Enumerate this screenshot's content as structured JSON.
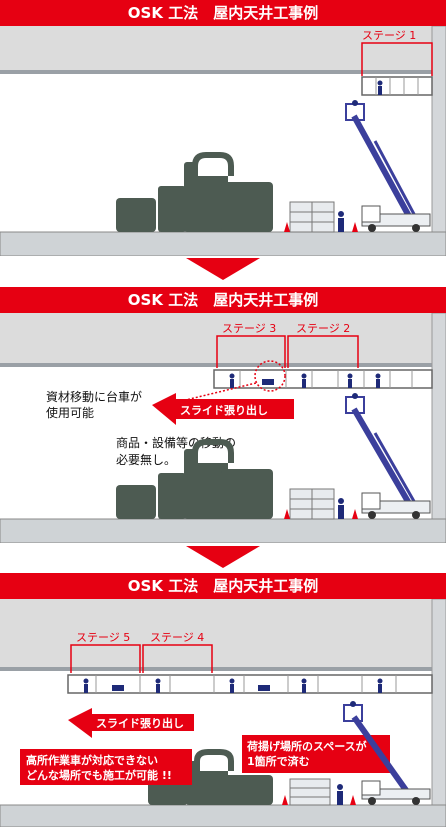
{
  "panels": [
    {
      "title": "OSK 工法　屋内天井工事例",
      "stages": [
        "ステージ 1"
      ]
    },
    {
      "title": "OSK 工法　屋内天井工事例",
      "stages": [
        "ステージ 3",
        "ステージ 2"
      ],
      "callout_material": "資材移動に台車が\n使用可能",
      "slide_label": "スライド張り出し",
      "note": "商品・設備等の移動の\n必要無し。"
    },
    {
      "title": "OSK 工法　屋内天井工事例",
      "stages": [
        "ステージ 5",
        "ステージ 4"
      ],
      "slide_label": "スライド張り出し",
      "box_left": "高所作業車が対応できない\nどんな場所でも施工が可能 !!",
      "box_right": "荷揚げ場所のスペースが\n1箇所で済む"
    }
  ],
  "colors": {
    "red": "#e60012",
    "ceiling": "#dcdcdc",
    "floor": "#cfd3d6",
    "tank": "#4d5b52",
    "truck_boom": "#3b3f9c"
  }
}
